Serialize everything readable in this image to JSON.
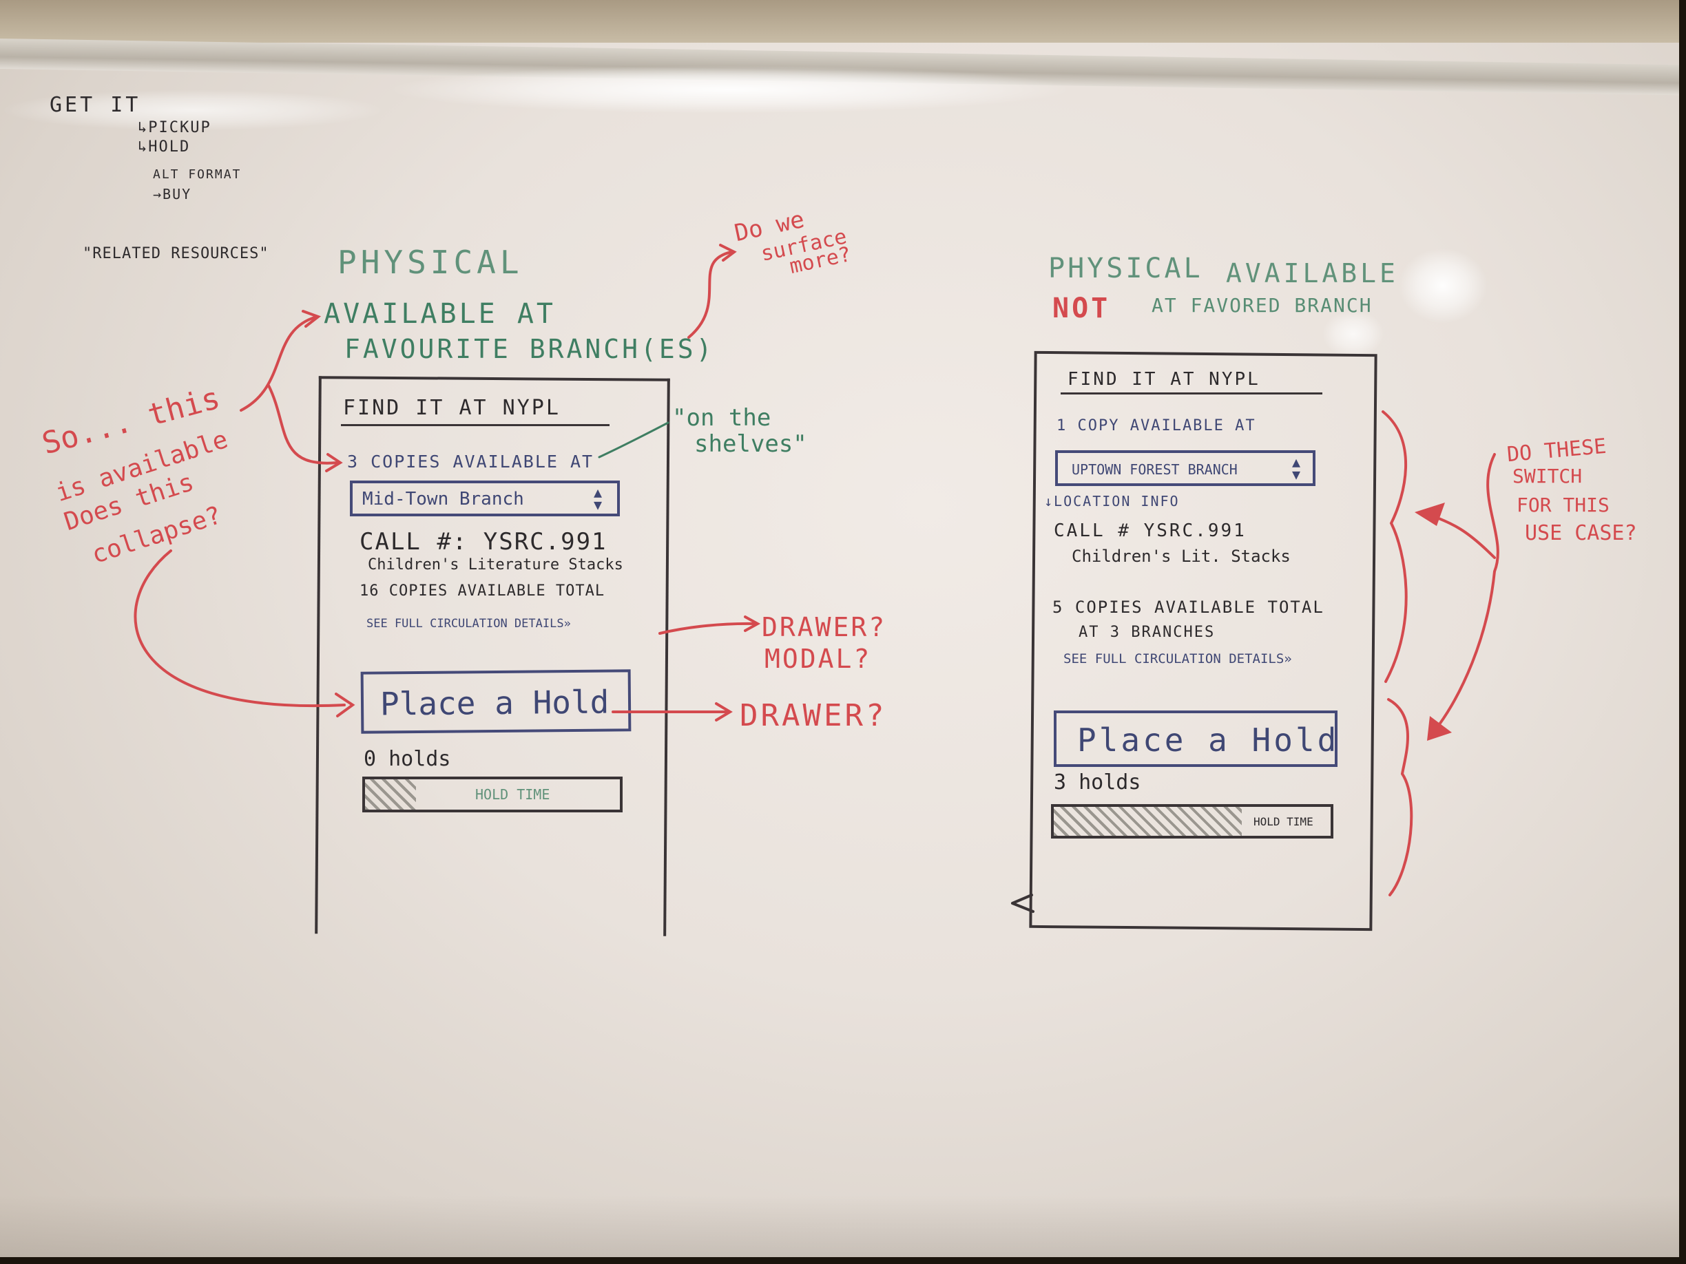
{
  "notes": {
    "get_it": "GET IT",
    "pickup": "↳PICKUP",
    "hold": "↳HOLD",
    "alt_format": "ALT FORMAT",
    "buy": "→BUY",
    "related": "\"RELATED RESOURCES\""
  },
  "left": {
    "heading1": "PHYSICAL",
    "heading2a": "AVAILABLE AT",
    "heading2b": "FAVOURITE BRANCH(ES)",
    "title": "FIND IT AT NYPL",
    "copies": "3 COPIES AVAILABLE AT",
    "branch": "Mid-Town Branch",
    "call": "CALL #: YSRC.991",
    "stacks": "Children's Literature Stacks",
    "total": "16 COPIES AVAILABLE TOTAL",
    "details": "SEE FULL CIRCULATION DETAILS»",
    "button": "Place a Hold",
    "holds": "0 holds",
    "hold_time": "HOLD TIME",
    "hold_fill": 0.2
  },
  "right": {
    "heading1a": "PHYSICAL",
    "heading1b": "AVAILABLE",
    "not": "NOT",
    "heading2": "AT FAVORED BRANCH",
    "title": "FIND IT AT NYPL",
    "copies": "1 COPY AVAILABLE AT",
    "branch": "UPTOWN FOREST BRANCH",
    "location": "↓LOCATION INFO",
    "call": "CALL # YSRC.991",
    "stacks": "Children's Lit. Stacks",
    "total": "5 COPIES AVAILABLE TOTAL",
    "total2": "AT 3 BRANCHES",
    "details": "SEE FULL CIRCULATION DETAILS»",
    "button": "Place a Hold",
    "holds": "3 holds",
    "hold_time": "HOLD TIME",
    "hold_fill": 0.68
  },
  "annotations": {
    "surface1": "Do we",
    "surface2": "surface",
    "surface3": "more?",
    "shelves1": "\"on the",
    "shelves2": "shelves\"",
    "so1": "So... this",
    "so2": "is available",
    "so3": "Does this",
    "so4": "collapse?",
    "drawer_modal1": "DRAWER?",
    "drawer_modal2": "MODAL?",
    "drawer": "DRAWER?",
    "switch1": "DO THESE",
    "switch2": "SWITCH",
    "switch3": "FOR THIS",
    "switch4": "USE CASE?"
  },
  "colors": {
    "red": "#d44a4e",
    "green": "#3f7e62",
    "blue": "#3f4774",
    "black": "#2d2a2c"
  }
}
